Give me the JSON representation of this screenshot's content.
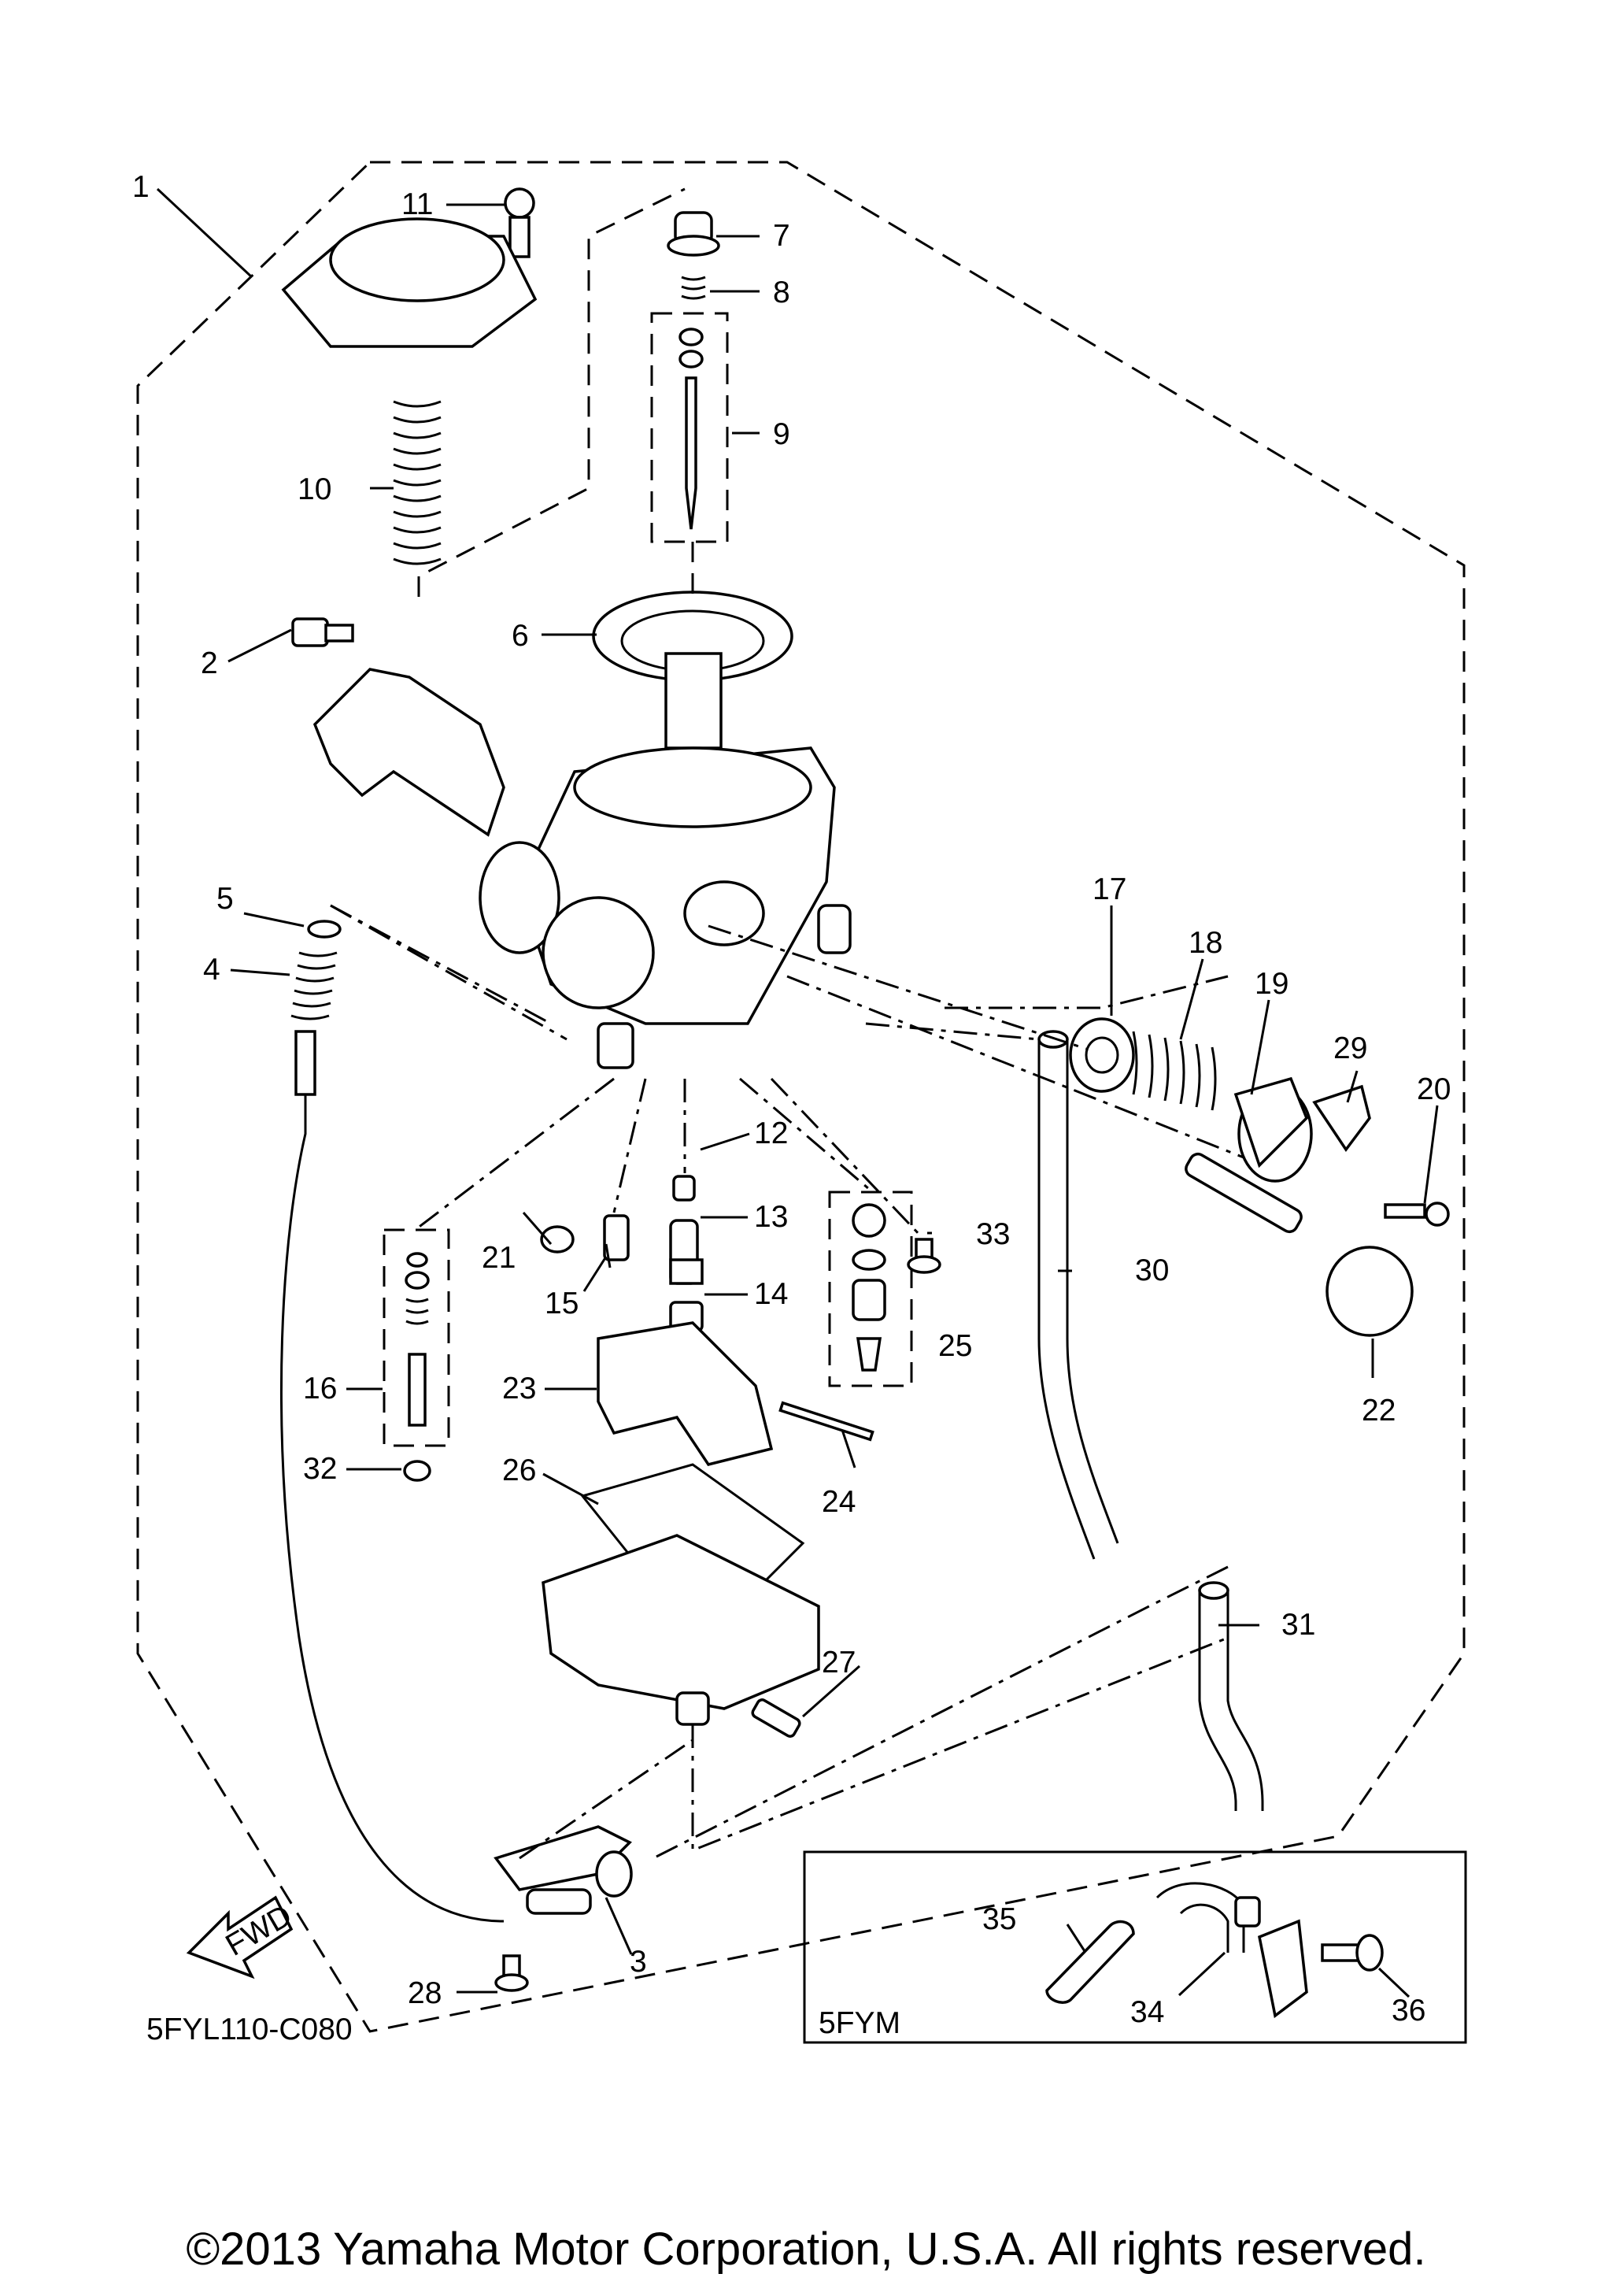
{
  "diagram": {
    "drawing_code": "5FYL110-C080",
    "inset_label": "5FYM",
    "copyright": "©2013 Yamaha Motor Corporation, U.S.A. All rights reserved.",
    "fwd_label": "FWD",
    "callouts": [
      "1",
      "2",
      "3",
      "4",
      "5",
      "6",
      "7",
      "8",
      "9",
      "10",
      "11",
      "12",
      "13",
      "14",
      "15",
      "16",
      "17",
      "18",
      "19",
      "20",
      "21",
      "22",
      "23",
      "24",
      "25",
      "26",
      "27",
      "28",
      "29",
      "30",
      "31",
      "32",
      "33",
      "34",
      "35",
      "36"
    ]
  }
}
